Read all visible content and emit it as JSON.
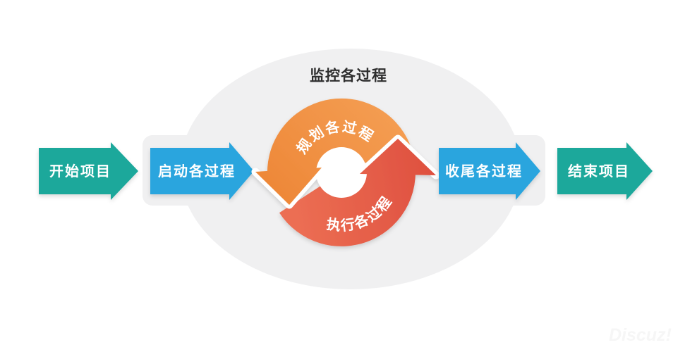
{
  "title": {
    "label": "监控各过程"
  },
  "arrows": {
    "start": {
      "label": "开始项目"
    },
    "initiate": {
      "label": "启动各过程"
    },
    "close": {
      "label": "收尾各过程"
    },
    "finish": {
      "label": "结束项目"
    }
  },
  "cycle": {
    "plan": {
      "label": "规划各过程"
    },
    "execute": {
      "label": "执行各过程"
    }
  },
  "watermark": {
    "label": "Discuz!"
  },
  "colors": {
    "teal": "#1fa89b",
    "blue": "#2aa5de",
    "orange": "#ec8130",
    "orange_light": "#f5a157",
    "red": "#df5140",
    "red_light": "#ec6e53",
    "region_gray": "#f0f0f1",
    "title_text": "#2e2e2e",
    "label_text": "#ffffff",
    "background": "#ffffff"
  }
}
